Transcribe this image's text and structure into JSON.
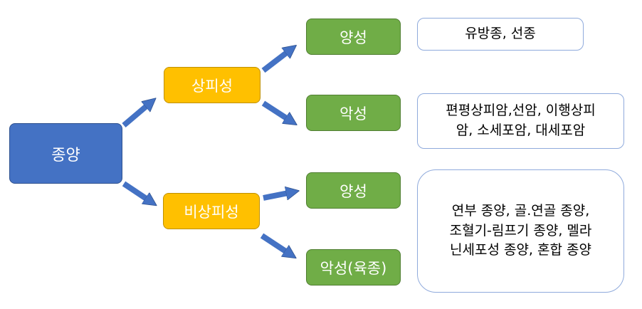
{
  "root": {
    "label": "종양"
  },
  "categories": [
    {
      "label": "상피성"
    },
    {
      "label": "비상피성"
    }
  ],
  "leaves": [
    {
      "label": "양성"
    },
    {
      "label": "악성"
    },
    {
      "label": "양성"
    },
    {
      "label": "악성(육종)"
    }
  ],
  "descriptions": [
    {
      "text": "유방종, 선종"
    },
    {
      "text": "편평상피암,선암, 이행상피\n암, 소세포암, 대세포암"
    },
    {
      "text": "연부 종양, 골.연골 종양,\n조혈기-림프기 종양, 멜라\n닌세포성 종양, 혼합 종양"
    }
  ],
  "colors": {
    "root": "#4472c4",
    "category": "#ffc000",
    "leaf": "#70ad47",
    "arrow": "#4472c4"
  }
}
